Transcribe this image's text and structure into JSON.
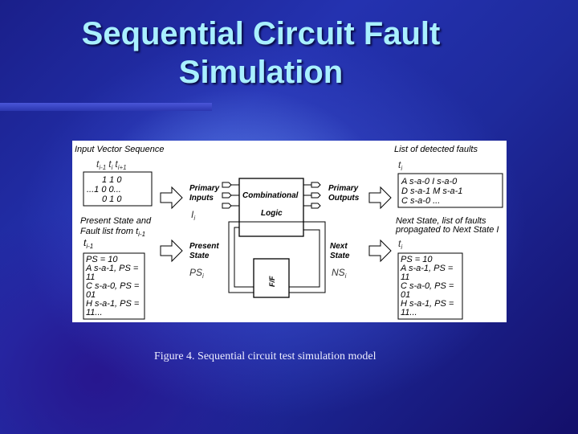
{
  "slide": {
    "title_line1": "Sequential Circuit Fault",
    "title_line2": "Simulation",
    "caption": "Figure 4. Sequential circuit  test simulation model"
  },
  "figure": {
    "input_vector_label": "Input Vector Sequence",
    "time_labels": [
      "t",
      "i-1",
      "t",
      "i",
      "t",
      "i+1"
    ],
    "vector_rows": [
      "1   1   0",
      "...1   0   0...",
      "0   1   0"
    ],
    "present_state_label_1": "Present State and",
    "present_state_label_2": "Fault list from t",
    "present_state_label_sub": "i-1",
    "ti1_label": "t",
    "ti1_sub": "i-1",
    "present_list": [
      "PS = 10",
      "A s-a-1, PS =",
      "11",
      "C s-a-0, PS =",
      "01",
      "H s-a-1, PS =",
      "11..."
    ],
    "primary_inputs_1": "Primary",
    "primary_inputs_2": "Inputs",
    "Ii_label": "I",
    "Ii_sub": "i",
    "comb_1": "Combinational",
    "comb_2": "Logic",
    "present_state_box_1": "Present",
    "present_state_box_2": "State",
    "PSi_label": "PS",
    "PSi_sub": "i",
    "ff_label": "F/F",
    "next_state_1": "Next",
    "next_state_2": "State",
    "NSi_label": "NS",
    "NSi_sub": "i",
    "primary_outputs_1": "Primary",
    "primary_outputs_2": "Outputs",
    "detected_label": "List of detected faults",
    "ti_label": "t",
    "ti_sub": "i",
    "detected_rows": [
      "A s-a-0    I s-a-0",
      "D s-a-1    M s-a-1",
      "C s-a-0      ..."
    ],
    "next_state_text_1": "Next State, list of faults",
    "next_state_text_2": "propagated to Next State I",
    "ti_label2": "t",
    "ti_sub2": "i",
    "next_list": [
      "PS = 10",
      "A s-a-1, PS =",
      "11",
      "C s-a-0, PS =",
      "01",
      "H s-a-1, PS =",
      "11..."
    ]
  }
}
